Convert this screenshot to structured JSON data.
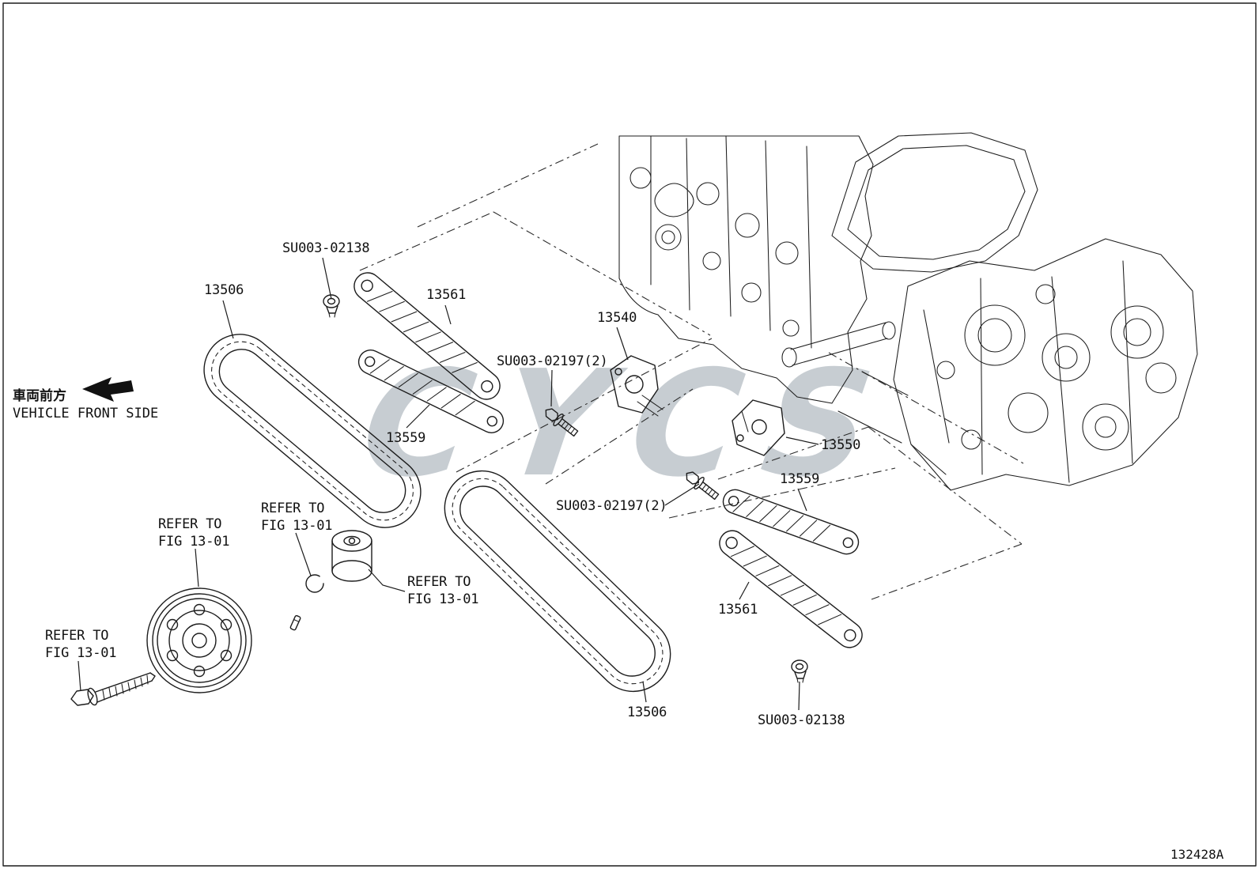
{
  "diagram": {
    "drawing_number": "132428A",
    "vehicle_front_jp": "車両前方",
    "vehicle_front_en": "VEHICLE FRONT SIDE",
    "watermark": "CYCS",
    "ink_color": "#1c1c1c",
    "watermark_color": "#9aa5ae"
  },
  "labels": [
    {
      "id": "bolt-su003-02138-front",
      "text": "SU003-02138"
    },
    {
      "id": "chain-13506-front",
      "text": "13506"
    },
    {
      "id": "guide-13561-front",
      "text": "13561"
    },
    {
      "id": "tensioner-13540",
      "text": "13540"
    },
    {
      "id": "bolt-su003-02197-front",
      "text": "SU003-02197(2)"
    },
    {
      "id": "guide-13559-front",
      "text": "13559"
    },
    {
      "id": "tensioner-13550",
      "text": "13550"
    },
    {
      "id": "guide-13559-rear",
      "text": "13559"
    },
    {
      "id": "bolt-su003-02197-rear",
      "text": "SU003-02197(2)"
    },
    {
      "id": "refer-fig-snap-ring",
      "text": "REFER TO\nFIG 13-01"
    },
    {
      "id": "refer-fig-pulley",
      "text": "REFER TO\nFIG 13-01"
    },
    {
      "id": "refer-fig-idler",
      "text": "REFER TO\nFIG 13-01"
    },
    {
      "id": "refer-fig-crank-bolt",
      "text": "REFER TO\nFIG 13-01"
    },
    {
      "id": "guide-13561-rear",
      "text": "13561"
    },
    {
      "id": "chain-13506-rear",
      "text": "13506"
    },
    {
      "id": "bolt-su003-02138-rear",
      "text": "SU003-02138"
    }
  ]
}
